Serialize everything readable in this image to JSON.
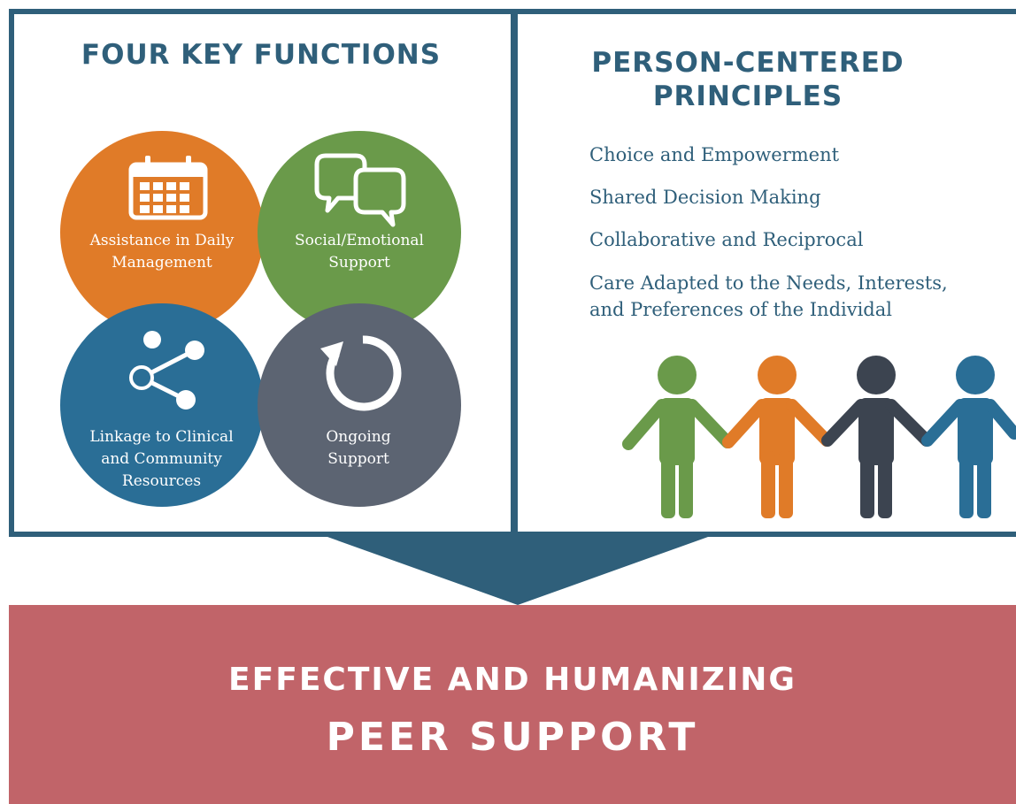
{
  "left_panel": {
    "title": "FOUR KEY FUNCTIONS",
    "functions": [
      {
        "label_line1": "Assistance in Daily",
        "label_line2": "Management",
        "label_line3": "",
        "icon": "calendar-icon",
        "color": "#e07b28"
      },
      {
        "label_line1": "Social/Emotional",
        "label_line2": "Support",
        "label_line3": "",
        "icon": "speech-bubbles-icon",
        "color": "#6a9a4a"
      },
      {
        "label_line1": "Linkage to Clinical",
        "label_line2": "and Community",
        "label_line3": "Resources",
        "icon": "share-network-icon",
        "color": "#2a6e96"
      },
      {
        "label_line1": "Ongoing",
        "label_line2": "Support",
        "label_line3": "",
        "icon": "refresh-cycle-icon",
        "color": "#5c6472"
      }
    ]
  },
  "right_panel": {
    "title_line1": "PERSON-CENTERED",
    "title_line2": "PRINCIPLES",
    "principles": [
      "Choice and Empowerment",
      "Shared Decision Making",
      "Collaborative and Reciprocal",
      "Care Adapted to the Needs, Interests,",
      "and Preferences of the Individal"
    ],
    "people_icon": "people-holding-hands-icon",
    "people_colors": [
      "#6a9a4a",
      "#e07b28",
      "#3c4450",
      "#2a6e96"
    ]
  },
  "result": {
    "line1": "EFFECTIVE AND HUMANIZING",
    "line2": "PEER SUPPORT",
    "color": "#c16469"
  }
}
